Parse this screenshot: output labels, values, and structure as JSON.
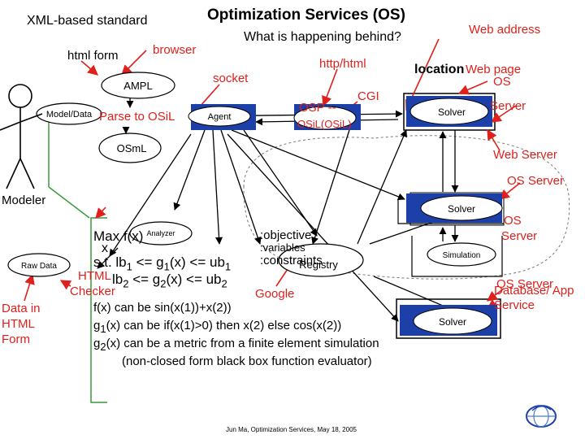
{
  "title": "Optimization Services (OS)",
  "subtitle": "What is happening behind?",
  "labels": {
    "xml_standard": "XML-based standard",
    "html_form": "html form",
    "browser": "browser",
    "socket": "socket",
    "http_html": "http/html",
    "cgi": "CGI",
    "web_address": "Web address",
    "location": "location",
    "web_page": "Web page",
    "os_top": "OS",
    "server_top": "Server",
    "web_server": "Web Server",
    "os_server_mid": "OS Server",
    "os_solver2": "OS",
    "server_solver2": "Server",
    "os_server_bottom": "OS Server",
    "database_app": "Database/ App",
    "service": "Service",
    "parse_to_osil": "Parse to OSiL",
    "osp": "OSP --",
    "osil_osil": "OSiL(OSiL)",
    "modeler": "Modeler",
    "html_checker_line1": "HTML",
    "html_checker_line2": "Checker",
    "data_in_html_form": [
      "Data in",
      "HTML",
      "Form"
    ],
    "google": "Google",
    "objective": ":objective",
    "variables": ":variables",
    "constraints": ":constraints",
    "footer": "Jun Ma, Optimization Services, May 18, 2005"
  },
  "nodes": {
    "ampl": "AMPL",
    "model_data": "Model/Data",
    "osml": "OSmL",
    "agent": "Agent",
    "solver_top": "Solver",
    "solver_mid": "Solver",
    "simulation": "Simulation",
    "solver_bottom": "Solver",
    "analyzer": "Analyzer",
    "raw_data": "Raw Data",
    "registry": "Registry"
  },
  "math": {
    "max_fx": "Max f(x)",
    "x": "x",
    "st_line": {
      "pre": "s.t. lb",
      "s1": "1",
      "mid": " <= g",
      "s2": "1",
      "post": "(x) <= ub",
      "s3": "1"
    },
    "lb2_line": {
      "pre": "lb",
      "s1": "2",
      "mid": " <= g",
      "s2": "2",
      "post": "(x) <= ub",
      "s3": "2"
    },
    "f_line": "f(x) can be sin(x(1))+x(2))",
    "g1_line": {
      "pre": "g",
      "s": "1",
      "post": "(x) can be if(x(1)>0) then x(2) else cos(x(2))"
    },
    "g2_line": {
      "pre": "g",
      "s": "2",
      "post": "(x) can be a metric from a finite element simulation"
    },
    "nonclosed": "(non-closed form black box function evaluator)"
  },
  "colors": {
    "accent_red": "#e0201c",
    "solver_blue": "#1c3fa8",
    "bracket_green": "#3a9a3a"
  },
  "icons": {
    "modeler": "stick-figure-icon",
    "logo": "os-globe-logo-icon"
  }
}
